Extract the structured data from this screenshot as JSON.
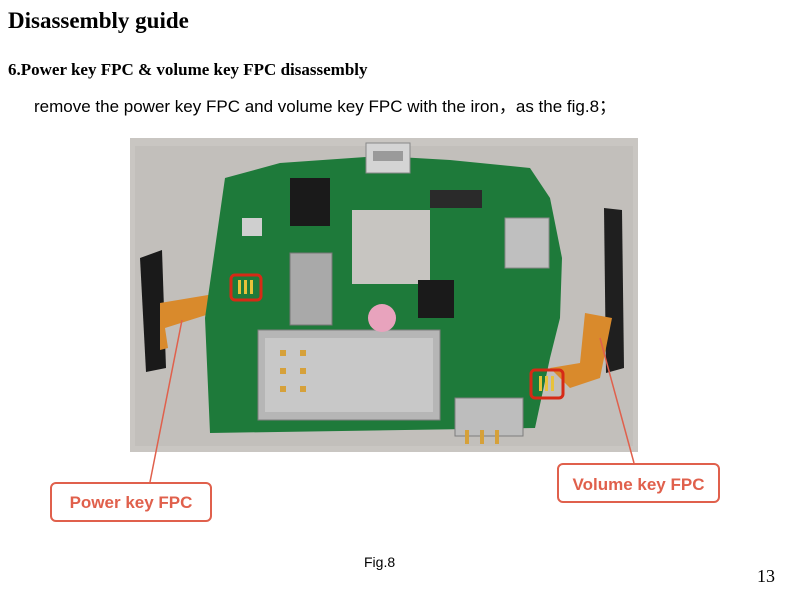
{
  "slide": {
    "title": "Disassembly guide",
    "section_heading": "6.Power key FPC & volume key FPC disassembly",
    "instruction": "remove the power key FPC and volume key FPC with the  iron，as the fig.8；",
    "figure_caption": "Fig.8",
    "page_number": "13"
  },
  "callouts": {
    "power_key": "Power key FPC",
    "volume_key": "Volume key FPC"
  },
  "colors": {
    "callout": "#e0604c",
    "pcb_green": "#1e7a3a",
    "background": "#c9c6c2"
  }
}
